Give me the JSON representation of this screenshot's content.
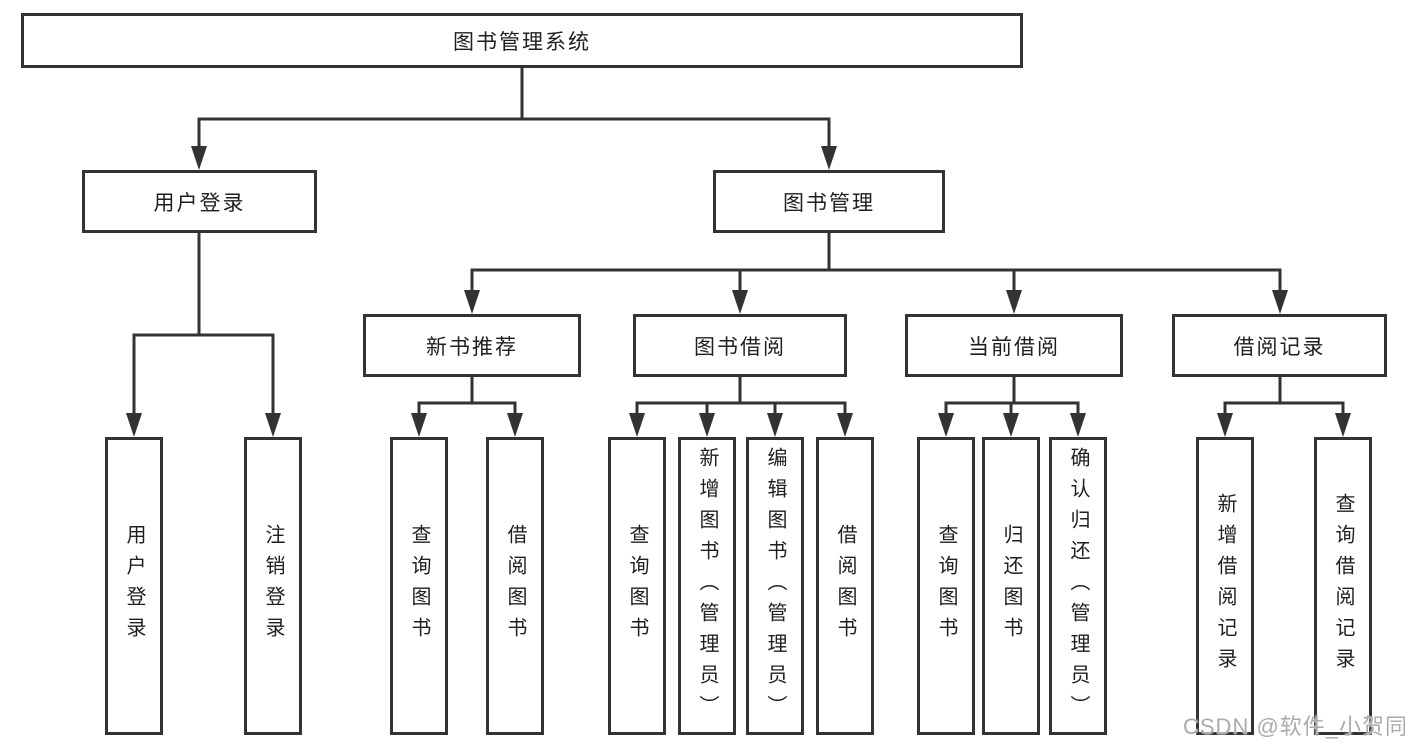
{
  "nodes": {
    "root": "图书管理系统",
    "user_login": "用户登录",
    "book_management": "图书管理",
    "new_book_recommend": "新书推荐",
    "book_borrow": "图书借阅",
    "current_borrow": "当前借阅",
    "borrow_records": "借阅记录",
    "user_login_children": [
      "用户登录",
      "注销登录"
    ],
    "new_book_children": [
      "查询图书",
      "借阅图书"
    ],
    "book_borrow_children": [
      "查询图书",
      "新增图书（管理员）",
      "编辑图书（管理员）",
      "借阅图书"
    ],
    "current_borrow_children": [
      "查询图书",
      "归还图书",
      "确认归还（管理员）"
    ],
    "borrow_records_children": [
      "新增借阅记录",
      "查询借阅记录"
    ]
  },
  "watermark": "CSDN @软件_小贺同学",
  "colors": {
    "line": "#333333",
    "text": "#1f1f1f",
    "watermark": "#ababab",
    "background": "#ffffff"
  },
  "diagram_type": "hierarchy-tree"
}
